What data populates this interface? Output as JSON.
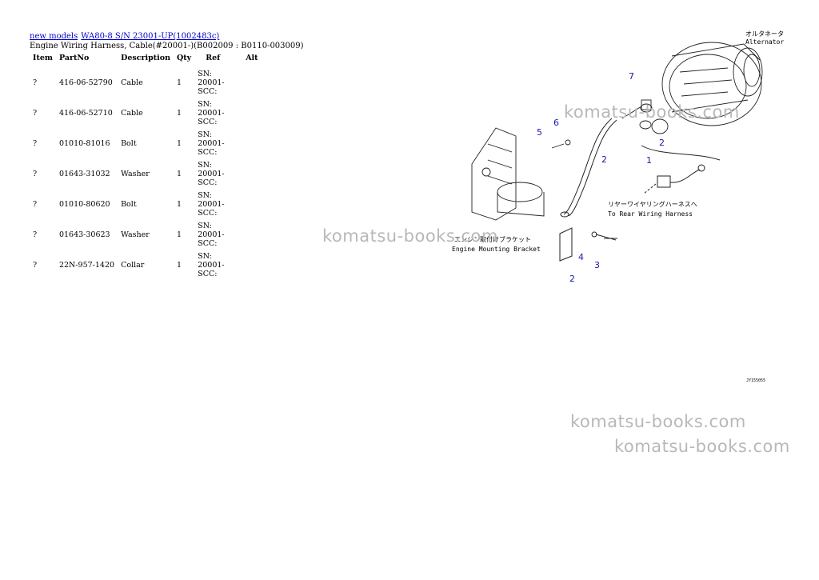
{
  "breadcrumb": {
    "link1": "new models",
    "link2": "WA80-8 S/N 23001-UP(1002483c)"
  },
  "subtitle": "Engine Wiring Harness, Cable(#20001-)(B002009 : B0110-003009)",
  "table": {
    "headers": [
      "Item",
      "PartNo",
      "Description",
      "Qty",
      "Ref",
      "Alt"
    ],
    "rows": [
      {
        "item": "?",
        "part_no": "416-06-52790",
        "description": "Cable",
        "qty": "1",
        "ref": "SN: 20001-SCC:",
        "alt": ""
      },
      {
        "item": "?",
        "part_no": "416-06-52710",
        "description": "Cable",
        "qty": "1",
        "ref": "SN: 20001-SCC:",
        "alt": ""
      },
      {
        "item": "?",
        "part_no": "01010-81016",
        "description": "Bolt",
        "qty": "1",
        "ref": "SN: 20001-SCC:",
        "alt": ""
      },
      {
        "item": "?",
        "part_no": "01643-31032",
        "description": "Washer",
        "qty": "1",
        "ref": "SN: 20001-SCC:",
        "alt": ""
      },
      {
        "item": "?",
        "part_no": "01010-80620",
        "description": "Bolt",
        "qty": "1",
        "ref": "SN: 20001-SCC:",
        "alt": ""
      },
      {
        "item": "?",
        "part_no": "01643-30623",
        "description": "Washer",
        "qty": "1",
        "ref": "SN: 20001-SCC:",
        "alt": ""
      },
      {
        "item": "?",
        "part_no": "22N-957-1420",
        "description": "Collar",
        "qty": "1",
        "ref": "SN: 20001-SCC:",
        "alt": ""
      }
    ]
  },
  "diagram": {
    "alternator_jp": "オルタネータ",
    "alternator_en": "Alternator",
    "harness_jp": "リヤーワイヤリングハーネスへ",
    "harness_en": "To Rear Wiring Harness",
    "bracket_jp": "エンジン取付けブラケット",
    "bracket_en": "Engine Mounting Bracket",
    "callouts": [
      "7",
      "6",
      "5",
      "2",
      "2",
      "1",
      "4",
      "3",
      "2"
    ],
    "drawing_no": "JY155055"
  },
  "watermarks": [
    "komatsu-books.com",
    "komatsu-books.com",
    "komatsu-books.com",
    "komatsu-books.com"
  ],
  "colors": {
    "link": "#0000cc",
    "callout": "#1a1aa8",
    "watermark": "#b8b8b8"
  }
}
